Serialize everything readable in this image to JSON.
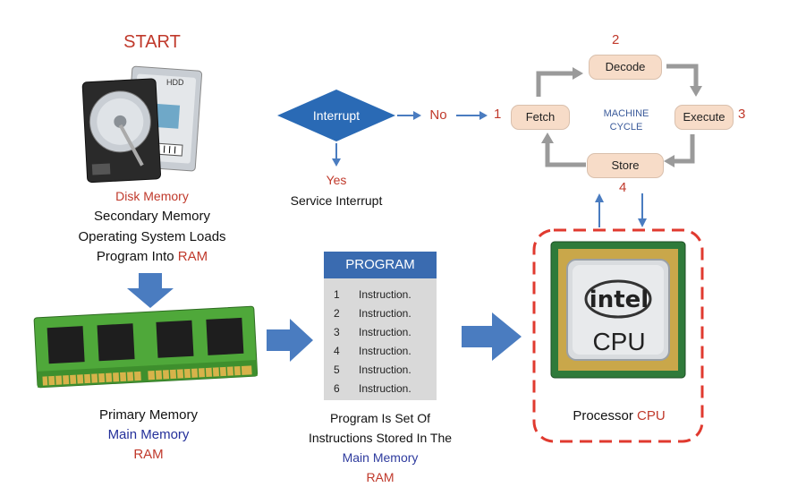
{
  "start": {
    "label": "START"
  },
  "hdd": {
    "label": "HDD"
  },
  "disk": {
    "title": "Disk Memory",
    "line1": "Secondary  Memory",
    "line2": "Operating System Loads",
    "line3_prefix": "Program  Into  ",
    "line3_highlight": "RAM"
  },
  "interrupt": {
    "label": "Interrupt",
    "no_label": "No",
    "yes_label": "Yes",
    "service_label": "Service Interrupt"
  },
  "machine_cycle": {
    "center_line1": "MACHINE",
    "center_line2": "CYCLE",
    "steps": [
      {
        "num": "1",
        "label": "Fetch"
      },
      {
        "num": "2",
        "label": "Decode"
      },
      {
        "num": "3",
        "label": "Execute"
      },
      {
        "num": "4",
        "label": "Store"
      }
    ]
  },
  "program": {
    "header": "PROGRAM",
    "instructions": [
      {
        "num": "1",
        "label": "Instruction."
      },
      {
        "num": "2",
        "label": "Instruction."
      },
      {
        "num": "3",
        "label": "Instruction."
      },
      {
        "num": "4",
        "label": "Instruction."
      },
      {
        "num": "5",
        "label": "Instruction."
      },
      {
        "num": "6",
        "label": "Instruction."
      }
    ],
    "caption1": "Program  Is Set Of",
    "caption2": "Instructions Stored  In The",
    "caption3": "Main Memory",
    "caption4": "RAM"
  },
  "ram": {
    "line1": "Primary  Memory",
    "line2": "Main Memory",
    "line3": "RAM"
  },
  "cpu": {
    "chip_brand": "intel",
    "chip_label": "CPU",
    "caption_prefix": "Processor  ",
    "caption_highlight": "CPU"
  },
  "colors": {
    "arrow_blue": "#4a7cc0",
    "highlight_red": "#c0392b",
    "diamond_blue": "#2a6ab5",
    "dashed_border": "#e03a2f",
    "cycle_arrow_gray": "#9a9a9a"
  }
}
